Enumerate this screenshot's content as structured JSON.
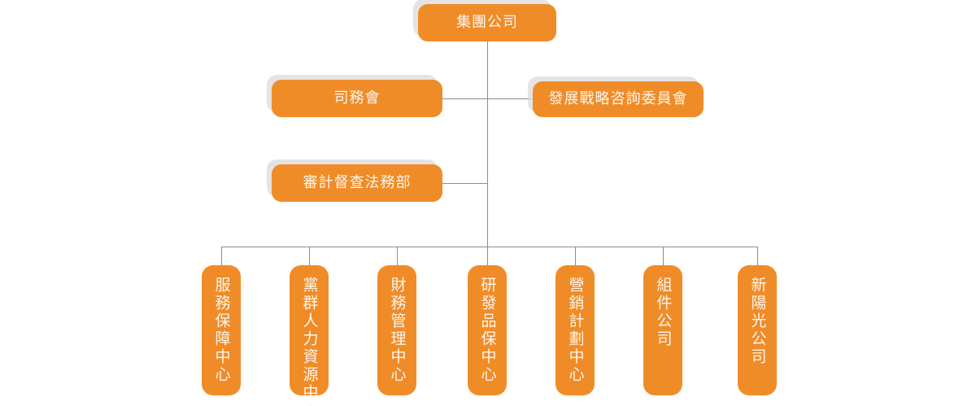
{
  "chart_data": {
    "type": "diagram",
    "diagram_kind": "organization-chart",
    "title": "",
    "orientation": "top-down",
    "colors": {
      "node_fill": "#f08c28",
      "node_text": "#fdf6ee",
      "shadow": "#d9d9d9",
      "connector": "#8c8c8c",
      "background": "#ffffff"
    },
    "levels": [
      {
        "level": 1,
        "nodes": [
          {
            "id": "root",
            "label": "集團公司",
            "orientation": "horizontal"
          }
        ]
      },
      {
        "level": 2,
        "nodes": [
          {
            "id": "siwuhui",
            "label": "司務會",
            "orientation": "horizontal",
            "side": "left"
          },
          {
            "id": "strategy",
            "label": "發展戰略咨詢委員會",
            "orientation": "horizontal",
            "side": "right"
          }
        ]
      },
      {
        "level": 3,
        "nodes": [
          {
            "id": "audit",
            "label": "審計督查法務部",
            "orientation": "horizontal",
            "side": "left"
          }
        ]
      },
      {
        "level": 4,
        "nodes": [
          {
            "id": "service",
            "label": "服務保障中心",
            "orientation": "vertical"
          },
          {
            "id": "hr",
            "label": "黨群人力資源中心",
            "orientation": "vertical"
          },
          {
            "id": "finance",
            "label": "財務管理中心",
            "orientation": "vertical"
          },
          {
            "id": "rnd",
            "label": "研發品保中心",
            "orientation": "vertical"
          },
          {
            "id": "marketing",
            "label": "營銷計劃中心",
            "orientation": "vertical"
          },
          {
            "id": "components",
            "label": "組件公司",
            "orientation": "vertical"
          },
          {
            "id": "sunshine",
            "label": "新陽光公司",
            "orientation": "vertical"
          }
        ]
      }
    ],
    "edges": [
      {
        "from": "root",
        "to": "siwuhui"
      },
      {
        "from": "root",
        "to": "strategy"
      },
      {
        "from": "root",
        "to": "audit"
      },
      {
        "from": "root",
        "to": "service"
      },
      {
        "from": "root",
        "to": "hr"
      },
      {
        "from": "root",
        "to": "finance"
      },
      {
        "from": "root",
        "to": "rnd"
      },
      {
        "from": "root",
        "to": "marketing"
      },
      {
        "from": "root",
        "to": "components"
      },
      {
        "from": "root",
        "to": "sunshine"
      }
    ]
  },
  "nodes": {
    "root": {
      "label": "集團公司"
    },
    "siwuhui": {
      "label": "司務會"
    },
    "strategy": {
      "label": "發展戰略咨詢委員會"
    },
    "audit": {
      "label": "審計督查法務部"
    },
    "service": {
      "label": "服務保障中心"
    },
    "hr": {
      "label": "黨群人力資源中心"
    },
    "finance": {
      "label": "財務管理中心"
    },
    "rnd": {
      "label": "研發品保中心"
    },
    "marketing": {
      "label": "營銷計劃中心"
    },
    "components": {
      "label": "組件公司"
    },
    "sunshine": {
      "label": "新陽光公司"
    }
  }
}
